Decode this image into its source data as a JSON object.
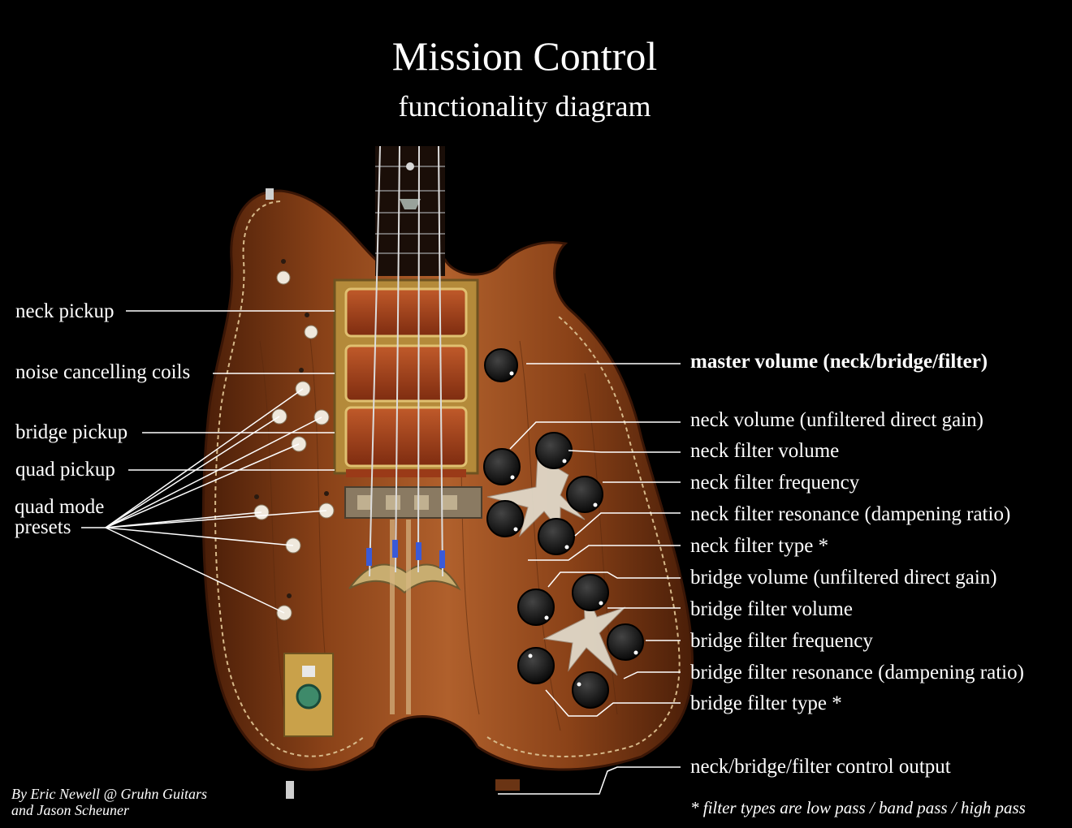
{
  "header": {
    "title": "Mission Control",
    "subtitle": "functionality diagram"
  },
  "left_labels": {
    "neck_pickup": "neck pickup",
    "noise_coils": "noise cancelling coils",
    "bridge_pickup": "bridge pickup",
    "quad_pickup": "quad pickup",
    "quad_mode_line1": "quad mode",
    "quad_mode_line2": "presets"
  },
  "right_labels": {
    "master_volume": "master volume (neck/bridge/filter)",
    "neck_volume": "neck volume (unfiltered direct gain)",
    "neck_filter_volume": "neck filter volume",
    "neck_filter_frequency": "neck filter frequency",
    "neck_filter_resonance": "neck filter resonance (dampening ratio)",
    "neck_filter_type": "neck filter type *",
    "bridge_volume": "bridge volume (unfiltered direct gain)",
    "bridge_filter_volume": "bridge filter volume",
    "bridge_filter_frequency": "bridge filter frequency",
    "bridge_filter_resonance": "bridge filter resonance (dampening ratio)",
    "bridge_filter_type": "bridge filter type *",
    "control_output": "neck/bridge/filter control output"
  },
  "footer": {
    "credit_line1": "By Eric Newell @ Gruhn Guitars",
    "credit_line2": "and Jason Scheuner",
    "note": "* filter types are low pass / band pass / high pass"
  },
  "colors": {
    "background": "#000000",
    "wood": "#7a3a16",
    "wood_light": "#b0602c",
    "brass": "#c9a14a",
    "pickup": "#a2401c",
    "knob": "#111111",
    "inlay": "#d9d2c4",
    "text": "#ffffff"
  }
}
